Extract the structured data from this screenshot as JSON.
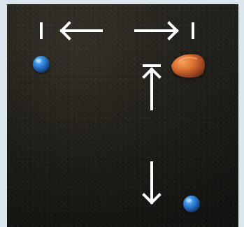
{
  "scene": {
    "background_color": "#1f1d17",
    "frame_color": "#dce6ef",
    "arrow_color": "#ffffff",
    "objects": {
      "blue_ball_color": "#2f78d2",
      "pebble_color": "#d06a2c"
    },
    "markers": [
      "left-limit-marker",
      "right-limit-marker",
      "top-limit-marker"
    ],
    "arrows": [
      "arrow-left-icon",
      "arrow-right-icon",
      "arrow-up-icon",
      "arrow-down-icon"
    ]
  }
}
